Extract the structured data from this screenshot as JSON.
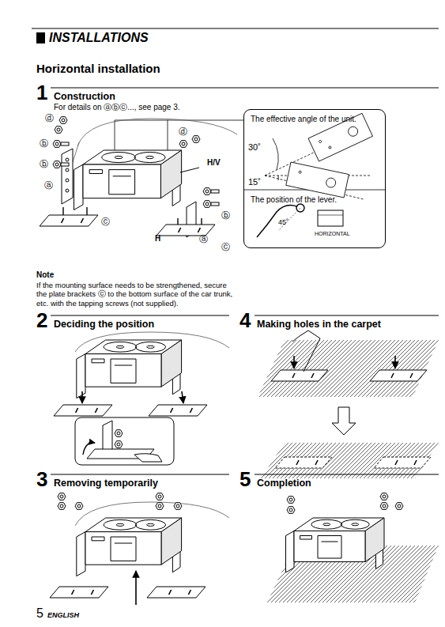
{
  "diagram": {
    "title": "INSTALLATIONS",
    "nodes": [
      {
        "text": [
          "The effective angle of the unit.",
          "The position of the lever."
        ]
      }
    ],
    "labels": [
      "Horizontal installation",
      "1",
      "Construction",
      "For details on ⓐⓑⓒ..., see page 3.",
      "ⓓ",
      "ⓑ",
      "ⓑ",
      "ⓐ",
      "ⓒ",
      "ⓓ",
      "H/V",
      "ⓑ",
      "H",
      "ⓐ",
      "ⓒ",
      "30˚",
      "15˚",
      "45˚",
      "HORIZONTAL",
      "Note",
      "If the mounting surface needs to be strengthened, secure the plate brackets ⓒ to the bottom surface of the car trunk, etc. with the tapping screws (not supplied).",
      "2",
      "Deciding the position",
      "4",
      "Making holes in the carpet",
      "3",
      "Removing temporarily",
      "5",
      "Completion",
      "5",
      "ENGLISH"
    ]
  }
}
